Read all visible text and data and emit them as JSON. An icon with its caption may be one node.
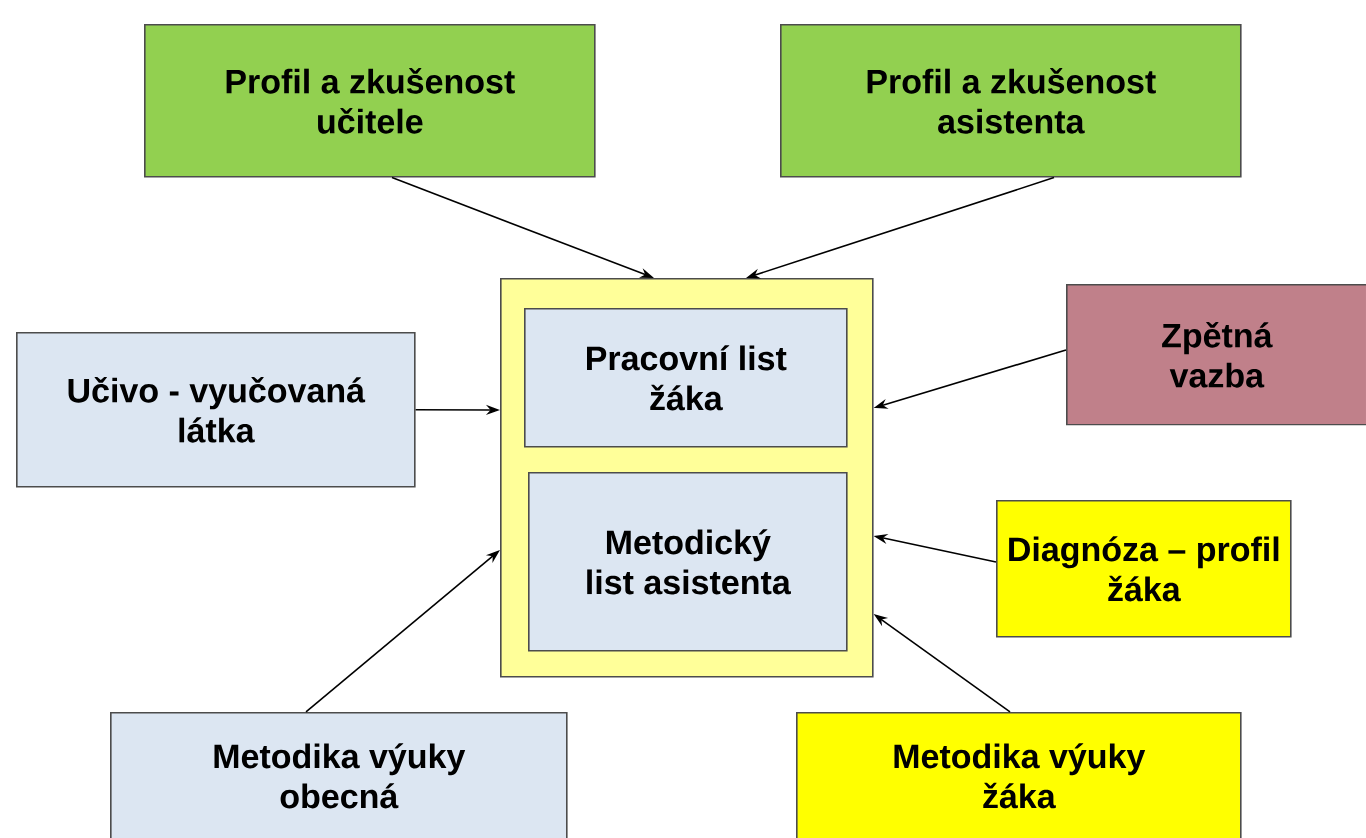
{
  "diagram": {
    "nodes": [
      {
        "text": [],
        "shape": "box"
      },
      {
        "text": [
          "Pracovní list žáka"
        ],
        "in": 0
      },
      {
        "text": [
          "Metodický list asistenta"
        ],
        "in": 0
      },
      {
        "text": [
          "Profil a zkušenost učitele"
        ]
      },
      {
        "text": [
          "Profil a zkušenost asistenta"
        ]
      },
      {
        "text": [
          "Učivo - vyučovaná látka"
        ]
      },
      {
        "text": [
          "Zpětná vazba"
        ]
      },
      {
        "text": [
          "Diagnóza – profil žáka"
        ]
      },
      {
        "text": [
          "Metodika výuky obecná"
        ]
      },
      {
        "text": [
          "Metodika výuky žáka"
        ]
      }
    ],
    "edges": [
      {
        "from": 3,
        "to": 0,
        "arrow": "to"
      },
      {
        "from": 4,
        "to": 0,
        "arrow": "to"
      },
      {
        "from": 5,
        "to": 0,
        "arrow": "to"
      },
      {
        "from": 6,
        "to": 0,
        "arrow": "to"
      },
      {
        "from": 7,
        "to": 0,
        "arrow": "to"
      },
      {
        "from": 8,
        "to": 0,
        "arrow": "to"
      },
      {
        "from": 9,
        "to": 0,
        "arrow": "to"
      }
    ]
  }
}
